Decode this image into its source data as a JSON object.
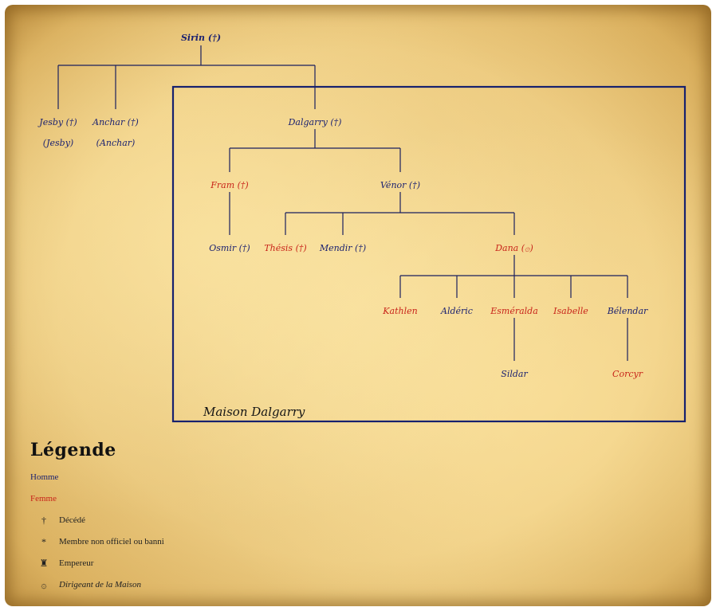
{
  "people": [
    {
      "id": "sirin",
      "label": "Sirin (†)",
      "gender": "male"
    },
    {
      "id": "jesby",
      "label": "Jesby (†)",
      "gender": "male",
      "sub": "(Jesby)"
    },
    {
      "id": "anchar",
      "label": "Anchar (†)",
      "gender": "male",
      "sub": "(Anchar)"
    },
    {
      "id": "dalgarry",
      "label": "Dalgarry (†)",
      "gender": "male"
    },
    {
      "id": "fram",
      "label": "Fram (†)",
      "gender": "female"
    },
    {
      "id": "venor",
      "label": "Vénor (†)",
      "gender": "male"
    },
    {
      "id": "osmir",
      "label": "Osmir (†)",
      "gender": "male"
    },
    {
      "id": "thesis",
      "label": "Thésis (†)",
      "gender": "female"
    },
    {
      "id": "mendir",
      "label": "Mendir (†)",
      "gender": "male"
    },
    {
      "id": "dana",
      "label": "Dana (۞)",
      "gender": "female"
    },
    {
      "id": "kathlen",
      "label": "Kathlen",
      "gender": "female"
    },
    {
      "id": "alderic",
      "label": "Aldéric",
      "gender": "male"
    },
    {
      "id": "esmeralda",
      "label": "Esméralda",
      "gender": "female"
    },
    {
      "id": "isabelle",
      "label": "Isabelle",
      "gender": "female"
    },
    {
      "id": "belendar",
      "label": "Bélendar",
      "gender": "male"
    },
    {
      "id": "sildar",
      "label": "Sildar",
      "gender": "male"
    },
    {
      "id": "corcyr",
      "label": "Corcyr",
      "gender": "female"
    }
  ],
  "house_label": "Maison Dalgarry",
  "colors": {
    "male": "#1c2270",
    "female": "#c8241a",
    "frame": "#17216e"
  },
  "legend": {
    "title": "Légende",
    "male": "Homme",
    "female": "Femme",
    "items": [
      {
        "symbol": "†",
        "text": "Décédé"
      },
      {
        "symbol": "*",
        "text": "Membre non officiel ou banni"
      },
      {
        "symbol": "♜",
        "text": "Empereur",
        "icon": "emperor-icon"
      },
      {
        "symbol": "۞",
        "text": "Dirigeant de la Maison",
        "icon": "house-leader-icon"
      }
    ]
  }
}
